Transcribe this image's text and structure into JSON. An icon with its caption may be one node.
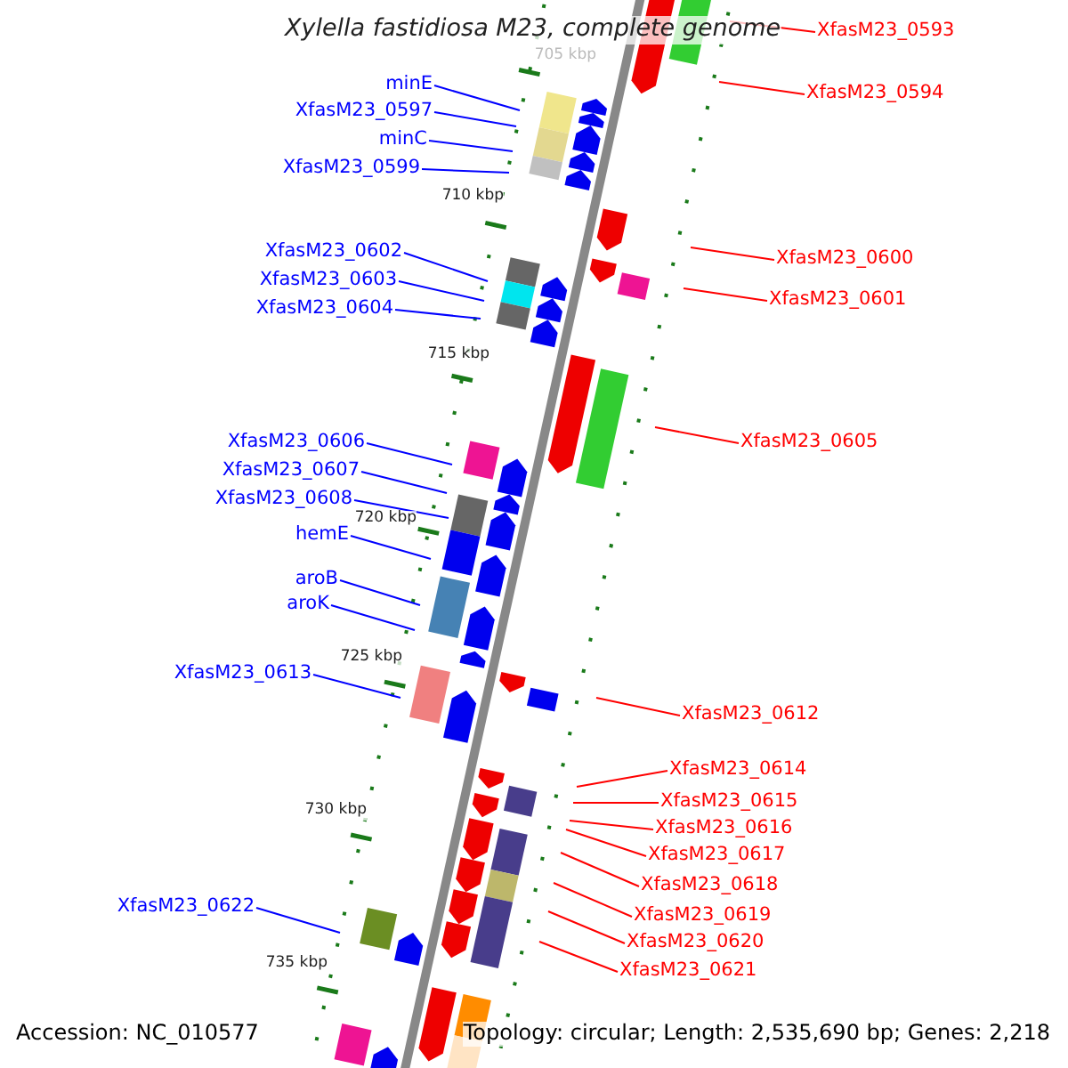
{
  "diagram": {
    "title": "Xylella fastidiosa M23, complete genome",
    "nodes": [
      {
        "text": [
          "XfasM23_0593"
        ]
      },
      {
        "text": [
          "minE"
        ]
      },
      {
        "text": [
          "XfasM23_0594"
        ]
      },
      {
        "text": [
          "XfasM23_0597"
        ]
      },
      {
        "text": [
          "minC"
        ]
      },
      {
        "text": [
          "XfasM23_0599"
        ]
      },
      {
        "text": [
          "XfasM23_0602"
        ]
      },
      {
        "text": [
          "XfasM23_0600"
        ]
      },
      {
        "text": [
          "XfasM23_0603"
        ]
      },
      {
        "text": [
          "XfasM23_0601"
        ]
      },
      {
        "text": [
          "XfasM23_0604"
        ]
      },
      {
        "text": [
          "XfasM23_0605"
        ]
      },
      {
        "text": [
          "XfasM23_0606"
        ]
      },
      {
        "text": [
          "XfasM23_0607"
        ]
      },
      {
        "text": [
          "XfasM23_0608"
        ]
      },
      {
        "text": [
          "hemE"
        ]
      },
      {
        "text": [
          "aroB"
        ]
      },
      {
        "text": [
          "aroK"
        ]
      },
      {
        "text": [
          "XfasM23_0613"
        ]
      },
      {
        "text": [
          "XfasM23_0612"
        ]
      },
      {
        "text": [
          "XfasM23_0614"
        ]
      },
      {
        "text": [
          "XfasM23_0615"
        ]
      },
      {
        "text": [
          "XfasM23_0616"
        ]
      },
      {
        "text": [
          "XfasM23_0617"
        ]
      },
      {
        "text": [
          "XfasM23_0618"
        ]
      },
      {
        "text": [
          "XfasM23_0622"
        ]
      },
      {
        "text": [
          "XfasM23_0619"
        ]
      },
      {
        "text": [
          "XfasM23_0620"
        ]
      },
      {
        "text": [
          "XfasM23_0621"
        ]
      }
    ],
    "edges": [
      {
        "from": 0,
        "to": null,
        "arrow": "none",
        "color": "#ff0000"
      },
      {
        "from": 1,
        "to": null,
        "arrow": "none"
      },
      {
        "from": 2,
        "to": null,
        "arrow": "none",
        "color": "#ff0000"
      },
      {
        "from": 3,
        "to": null,
        "arrow": "none"
      },
      {
        "from": 4,
        "to": null,
        "arrow": "none"
      },
      {
        "from": 5,
        "to": null,
        "arrow": "none"
      },
      {
        "from": 6,
        "to": null,
        "arrow": "none"
      },
      {
        "from": 7,
        "to": null,
        "arrow": "none",
        "color": "#ff0000"
      },
      {
        "from": 8,
        "to": null,
        "arrow": "none"
      },
      {
        "from": 9,
        "to": null,
        "arrow": "none",
        "color": "#ff0000"
      },
      {
        "from": 10,
        "to": null,
        "arrow": "none"
      },
      {
        "from": 11,
        "to": null,
        "arrow": "none",
        "color": "#ff0000"
      },
      {
        "from": 12,
        "to": null,
        "arrow": "none"
      },
      {
        "from": 13,
        "to": null,
        "arrow": "none"
      },
      {
        "from": 14,
        "to": null,
        "arrow": "none"
      },
      {
        "from": 15,
        "to": null,
        "arrow": "none"
      },
      {
        "from": 16,
        "to": null,
        "arrow": "none"
      },
      {
        "from": 17,
        "to": null,
        "arrow": "none"
      },
      {
        "from": 18,
        "to": null,
        "arrow": "none"
      },
      {
        "from": 19,
        "to": null,
        "arrow": "none",
        "color": "#ff0000"
      },
      {
        "from": 20,
        "to": null,
        "arrow": "none",
        "color": "#ff0000"
      },
      {
        "from": 21,
        "to": null,
        "arrow": "none",
        "color": "#ff0000"
      },
      {
        "from": 22,
        "to": null,
        "arrow": "none",
        "color": "#ff0000"
      },
      {
        "from": 23,
        "to": null,
        "arrow": "none",
        "color": "#ff0000"
      },
      {
        "from": 24,
        "to": null,
        "arrow": "none",
        "color": "#ff0000"
      },
      {
        "from": 25,
        "to": null,
        "arrow": "none"
      },
      {
        "from": 26,
        "to": null,
        "arrow": "none",
        "color": "#ff0000"
      },
      {
        "from": 27,
        "to": null,
        "arrow": "none",
        "color": "#ff0000"
      },
      {
        "from": 28,
        "to": null,
        "arrow": "none",
        "color": "#ff0000"
      }
    ],
    "labels": [
      "705 kbp",
      "710 kbp",
      "715 kbp",
      "720 kbp",
      "725 kbp",
      "730 kbp",
      "735 kbp",
      "Accession: NC_010577",
      "Topology: circular; Length: 2,535,690 bp; Genes: 2,218"
    ]
  }
}
